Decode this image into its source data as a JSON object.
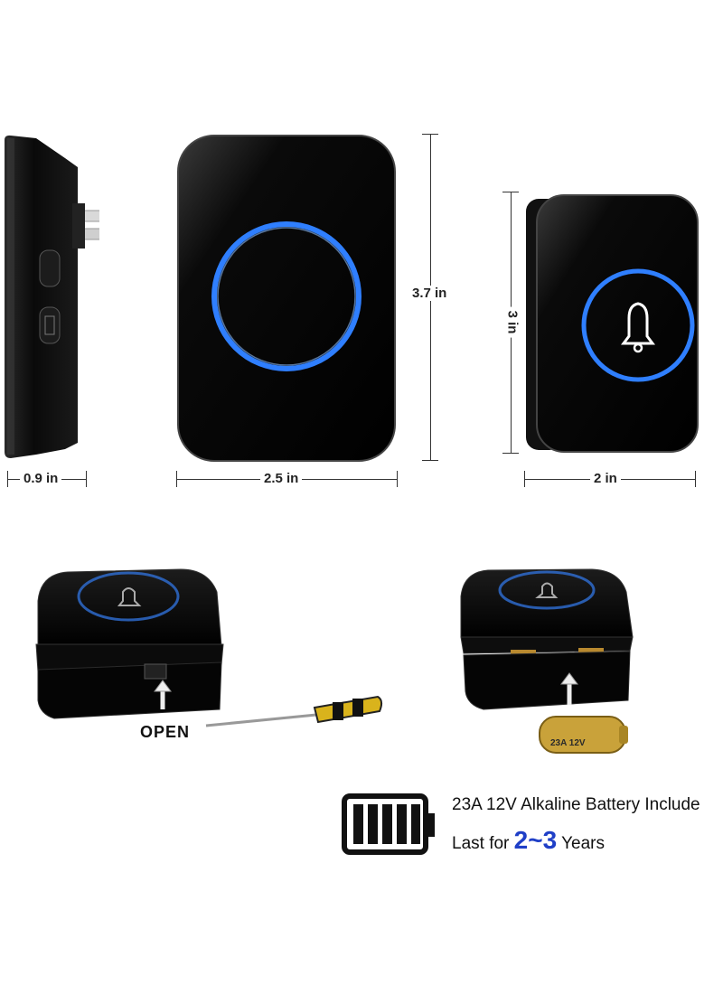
{
  "dimensions": {
    "side_depth": "0.9 in",
    "receiver_width": "2.5 in",
    "receiver_height": "3.7 in",
    "button_height": "3 in",
    "button_width": "2 in"
  },
  "labels": {
    "open": "OPEN",
    "battery_print": "23A 12V"
  },
  "battery_info": {
    "line1": "23A 12V Alkaline Battery Include",
    "line2_prefix": "Last for ",
    "line2_highlight": "2~3",
    "line2_suffix": " Years"
  },
  "colors": {
    "device_black": "#050505",
    "ring_blue": "#2f7fff",
    "accent_text": "#1f3fc7",
    "battery_gold": "#c9a23a"
  }
}
